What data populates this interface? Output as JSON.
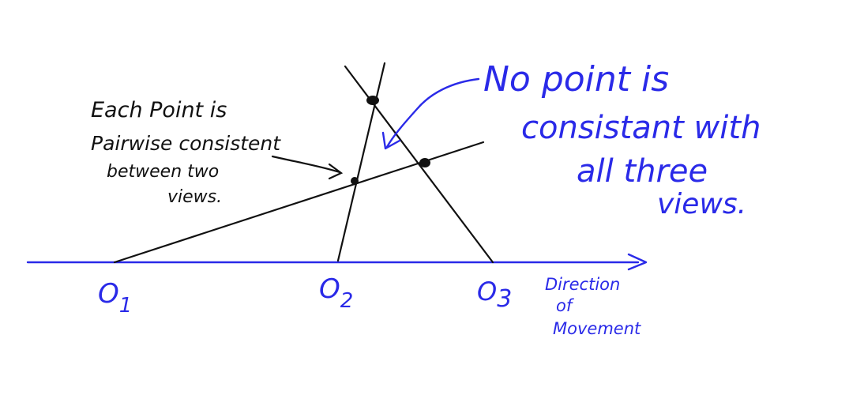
{
  "annotations": {
    "pairwise_note": [
      "Each Point is",
      "Pairwise consistent",
      "between two",
      "views."
    ],
    "no_point_note": [
      "No point is",
      "consistant with",
      "all three",
      "views."
    ]
  },
  "axis": {
    "origins": [
      {
        "letter": "O",
        "sub": "1"
      },
      {
        "letter": "O",
        "sub": "2"
      },
      {
        "letter": "O",
        "sub": "3"
      }
    ],
    "direction_label": [
      "Direction",
      "of",
      "Movement"
    ]
  },
  "colors": {
    "ink_black": "#111111",
    "ink_blue": "#2a2ae8"
  }
}
